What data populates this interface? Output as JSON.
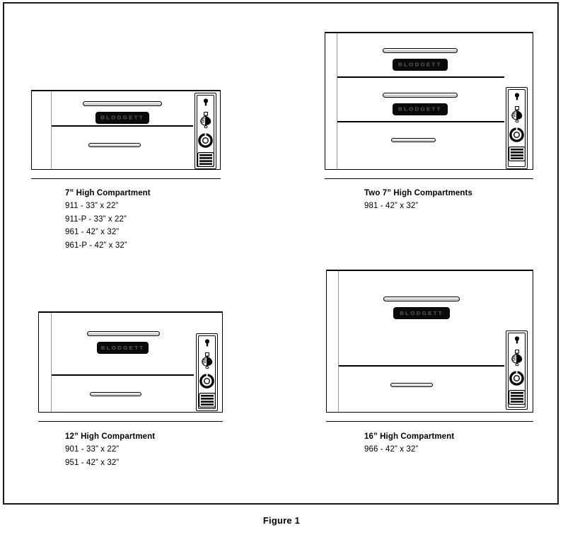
{
  "figure": {
    "caption": "Figure 1"
  },
  "nameplate_wordmark": "BLODGETT",
  "control_panel": {
    "icons": [
      {
        "name": "pilot-light-icon",
        "label": "pilot light indicator"
      },
      {
        "name": "gas-valve-knob-icon",
        "label": "gas valve knob"
      },
      {
        "name": "thermostat-dial-icon",
        "label": "thermostat dial"
      },
      {
        "name": "louver-vent-icon",
        "label": "louver vent"
      }
    ]
  },
  "units": [
    {
      "id": "unit-7in",
      "title": "7” High Compartment",
      "models": [
        "911 - 33” x 22”",
        "911-P - 33” x 22”",
        "961 - 42” x 32”",
        "961-P - 42” x 32”"
      ],
      "compartment_count": 1
    },
    {
      "id": "unit-two-7in",
      "title": "Two 7” High Compartments",
      "models": [
        "981 - 42” x 32”"
      ],
      "compartment_count": 2
    },
    {
      "id": "unit-12in",
      "title": "12” High Compartment",
      "models": [
        "901 - 33” x 22”",
        "951 - 42” x 32”"
      ],
      "compartment_count": 1
    },
    {
      "id": "unit-16in",
      "title": "16” High Compartment",
      "models": [
        "966 - 42” x 32”"
      ],
      "compartment_count": 1
    }
  ],
  "colors": {
    "line": "#000000",
    "frame": "#1a1a1a",
    "nameplate": "#0a0a0a",
    "background": "#ffffff"
  }
}
